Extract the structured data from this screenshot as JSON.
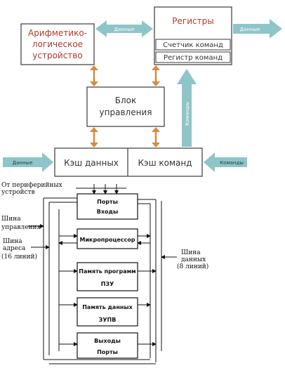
{
  "top": {
    "alu": [
      "Арифметико-",
      "логическое",
      "устройство"
    ],
    "registers": "Регистры",
    "program_counter": "Счетчик команд",
    "instruction_register": "Регистр команд",
    "control_unit": [
      "Блок",
      "управления"
    ],
    "data_cache": "Кэш данных",
    "instruction_cache": "Кэш команд",
    "arrow_alu_registers": "Данные",
    "arrow_registers_out": "Данные",
    "arrow_data_in": "Данные",
    "arrow_commands_in": "Команды",
    "arrow_commands_up": "Команды"
  },
  "bottom": {
    "peripheral_label": [
      "От периферийных",
      "устройств"
    ],
    "control_bus_label": [
      "Шина",
      "управления"
    ],
    "address_bus_label": [
      "Шина",
      "адреса",
      "(16 линий)"
    ],
    "data_bus_label": [
      "Шина",
      "данных",
      "(8 линий)"
    ],
    "input_ports": [
      "Порты",
      "Входы"
    ],
    "microprocessor": "Микропроцессор",
    "program_memory": [
      "Память программ",
      "ПЗУ"
    ],
    "data_memory": [
      "Память данных",
      "ЗУПВ"
    ],
    "output_ports": [
      "Выходы",
      "Порты"
    ]
  },
  "colors": {
    "box_stroke": "#3a3a3a",
    "teal_arrow": "#8ec5c8",
    "orange_arrow": "#d98a3a",
    "alu_text": "#b03a2e"
  }
}
